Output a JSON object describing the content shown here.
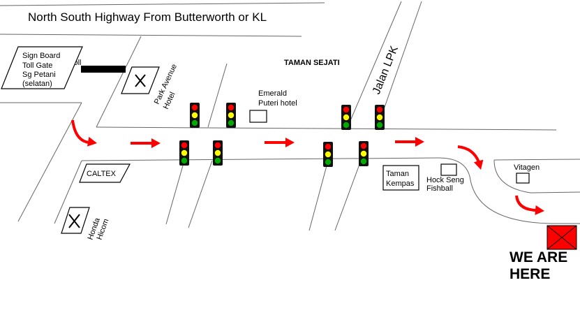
{
  "title": "North South Highway From Butterworth or KL",
  "labels": {
    "toll": "Toll",
    "sign_board": [
      "Sign Board",
      "Toll Gate",
      "Sg Petani",
      "(selatan)"
    ],
    "park_avenue": [
      "Park Avenue",
      "Hotel"
    ],
    "taman_sejati": "TAMAN SEJATI",
    "emerald": [
      "Emerald",
      "Puteri hotel"
    ],
    "jalan_lpk": "Jalan LPK",
    "caltex": "CALTEX",
    "honda": [
      "Honda",
      "Hicom"
    ],
    "taman_kempas": [
      "Taman",
      "Kempas"
    ],
    "hock_seng": [
      "Hock Seng",
      "Fishball"
    ],
    "vitagen": "Vitagen",
    "we_are_here": [
      "WE ARE",
      "HERE"
    ]
  },
  "colors": {
    "arrow": "#ff0000",
    "destination": "#ff0000",
    "light_red": "#ff0000",
    "light_yellow": "#ffff00",
    "light_green": "#00aa00",
    "traffic_light_body": "#111111",
    "road_line": "#666666"
  },
  "icons": [
    "x-mark-icon",
    "traffic-light-icon",
    "red-arrow-icon",
    "destination-marker-icon"
  ]
}
